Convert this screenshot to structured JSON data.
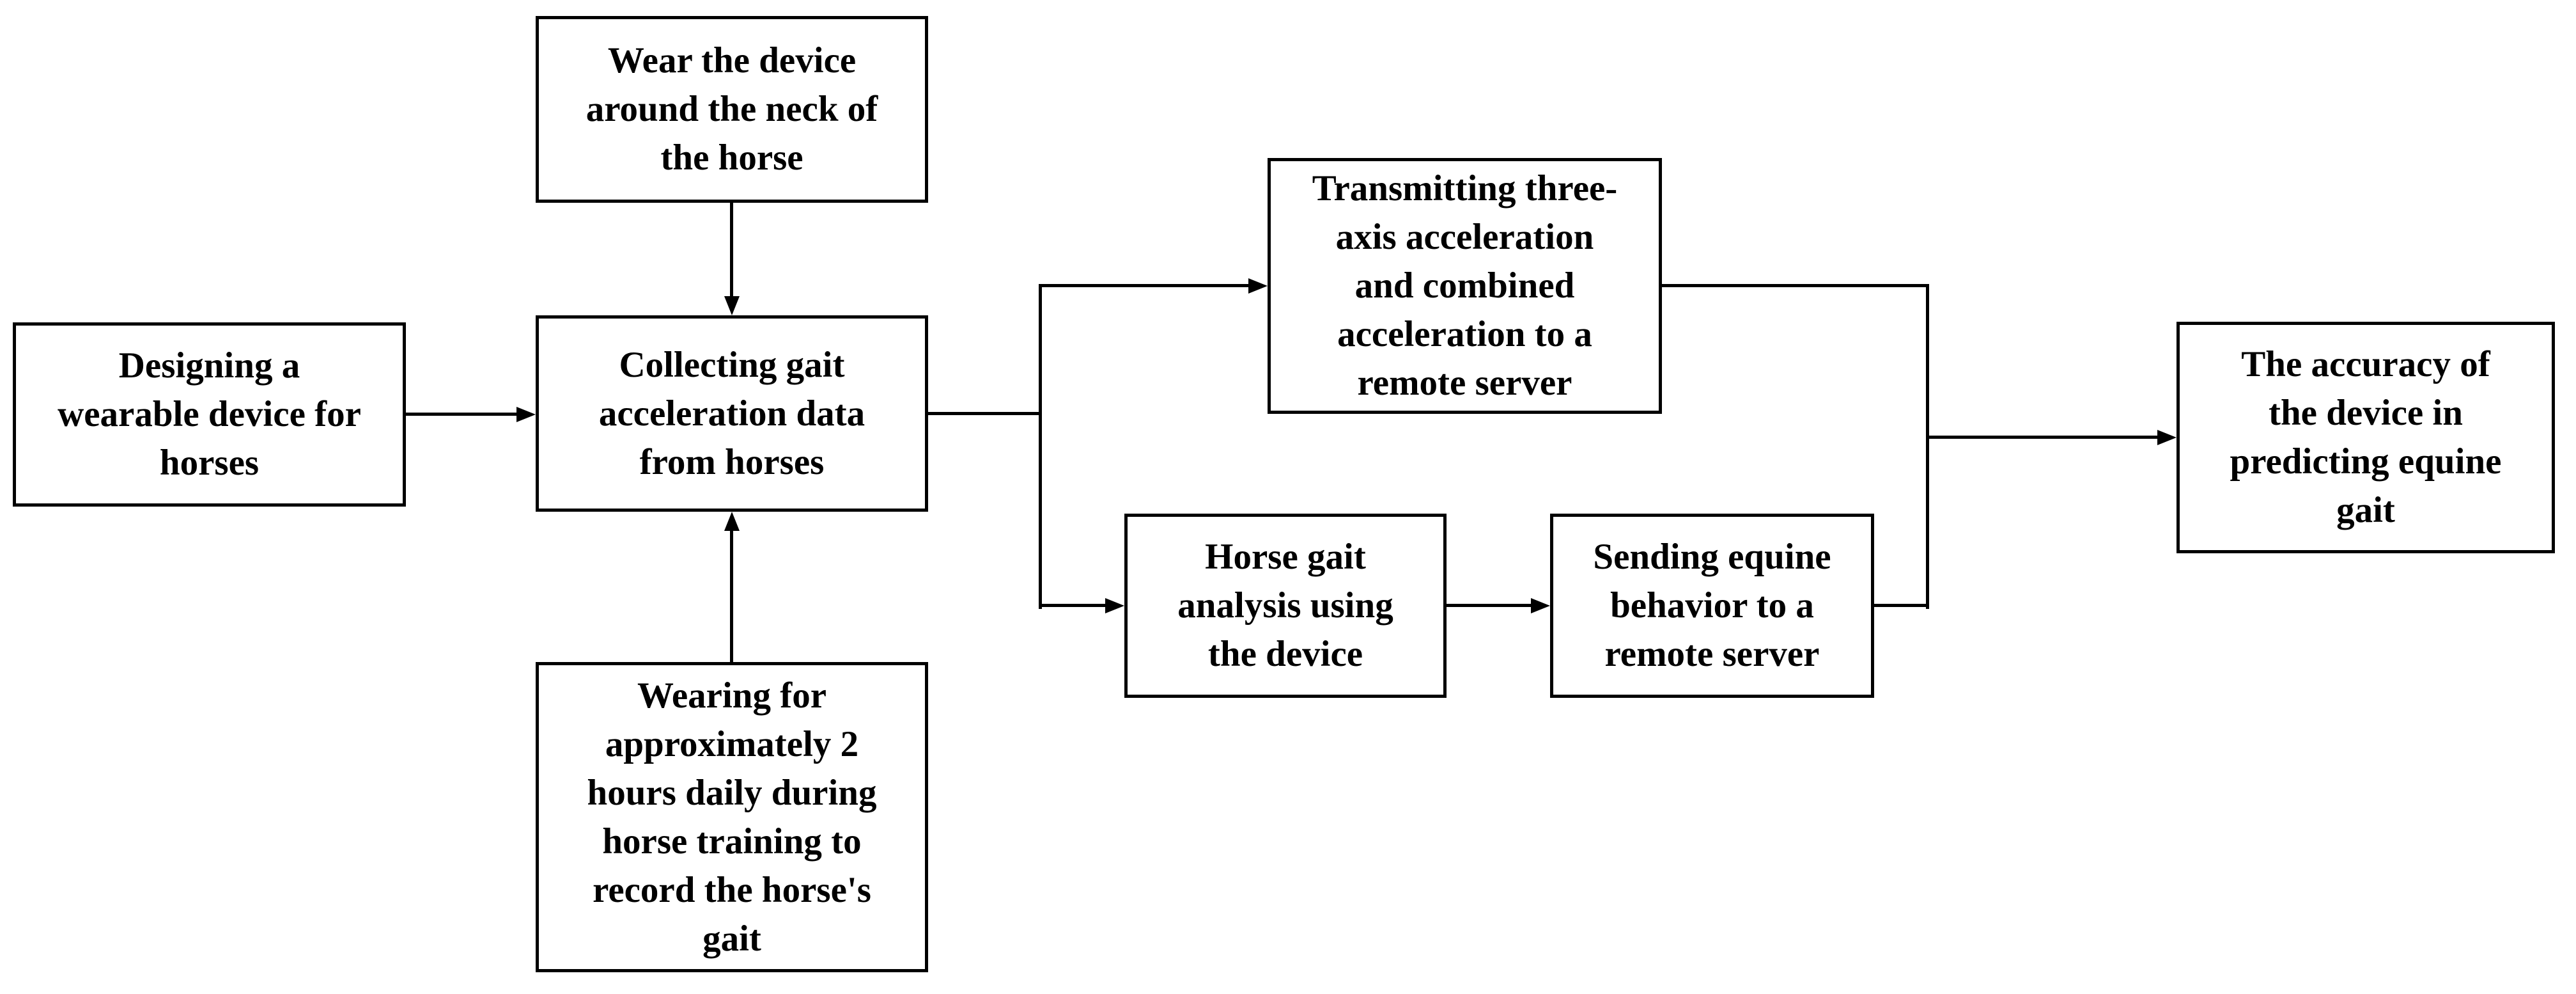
{
  "figure": {
    "type": "flowchart",
    "background_color": "#ffffff",
    "line_color": "#000000",
    "text_color": "#000000"
  },
  "nodes": [
    {
      "id": "designing-wearable-device",
      "label": "Designing a\nwearable device for\nhorses"
    },
    {
      "id": "wear-device-around-neck",
      "label": "Wear the device\naround the neck of\nthe horse"
    },
    {
      "id": "collecting-gait-data",
      "label": "Collecting gait\nacceleration data\nfrom horses"
    },
    {
      "id": "wearing-two-hours-daily",
      "label": "Wearing for\napproximately 2\nhours daily during\nhorse training to\nrecord the horse's\ngait"
    },
    {
      "id": "transmitting-acceleration",
      "label": "Transmitting three-\naxis acceleration\nand combined\nacceleration to a\nremote server"
    },
    {
      "id": "horse-gait-analysis",
      "label": "Horse gait\nanalysis using\nthe device"
    },
    {
      "id": "sending-equine-behavior",
      "label": "Sending equine\nbehavior to a\nremote server"
    },
    {
      "id": "device-accuracy",
      "label": "The accuracy of\nthe device in\npredicting equine\ngait"
    }
  ],
  "edges": [
    {
      "from": "designing-wearable-device",
      "to": "collecting-gait-data"
    },
    {
      "from": "wear-device-around-neck",
      "to": "collecting-gait-data"
    },
    {
      "from": "wearing-two-hours-daily",
      "to": "collecting-gait-data"
    },
    {
      "from": "collecting-gait-data",
      "to": "transmitting-acceleration"
    },
    {
      "from": "collecting-gait-data",
      "to": "horse-gait-analysis"
    },
    {
      "from": "horse-gait-analysis",
      "to": "sending-equine-behavior"
    },
    {
      "from": "transmitting-acceleration",
      "to": "device-accuracy"
    },
    {
      "from": "sending-equine-behavior",
      "to": "device-accuracy"
    }
  ]
}
